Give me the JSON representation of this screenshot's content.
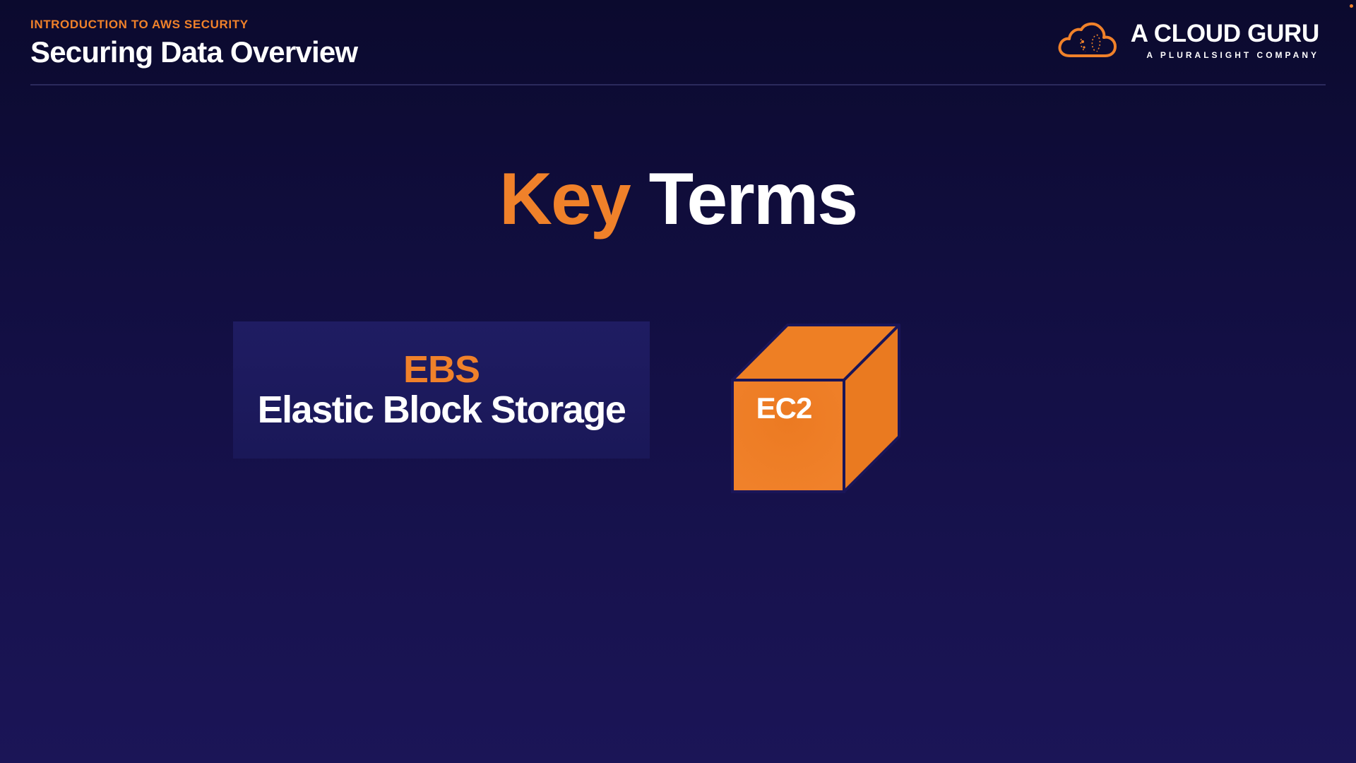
{
  "header": {
    "course_label": "INTRODUCTION TO AWS SECURITY",
    "lesson_title": "Securing Data Overview"
  },
  "brand": {
    "name": "A CLOUD GURU",
    "subtitle": "A PLURALSIGHT COMPANY",
    "logo_icon": "cloud-logo-icon"
  },
  "slide": {
    "title_accent": "Key",
    "title_rest": "Terms"
  },
  "ebs_card": {
    "abbreviation": "EBS",
    "full_name": "Elastic Block Storage"
  },
  "ec2": {
    "label": "EC2",
    "icon": "ec2-cube-icon"
  },
  "colors": {
    "accent": "#f0812a",
    "background_top": "#0b0a2e",
    "background_bottom": "#1b1557",
    "card_background": "#1f1c62",
    "text": "#ffffff"
  }
}
